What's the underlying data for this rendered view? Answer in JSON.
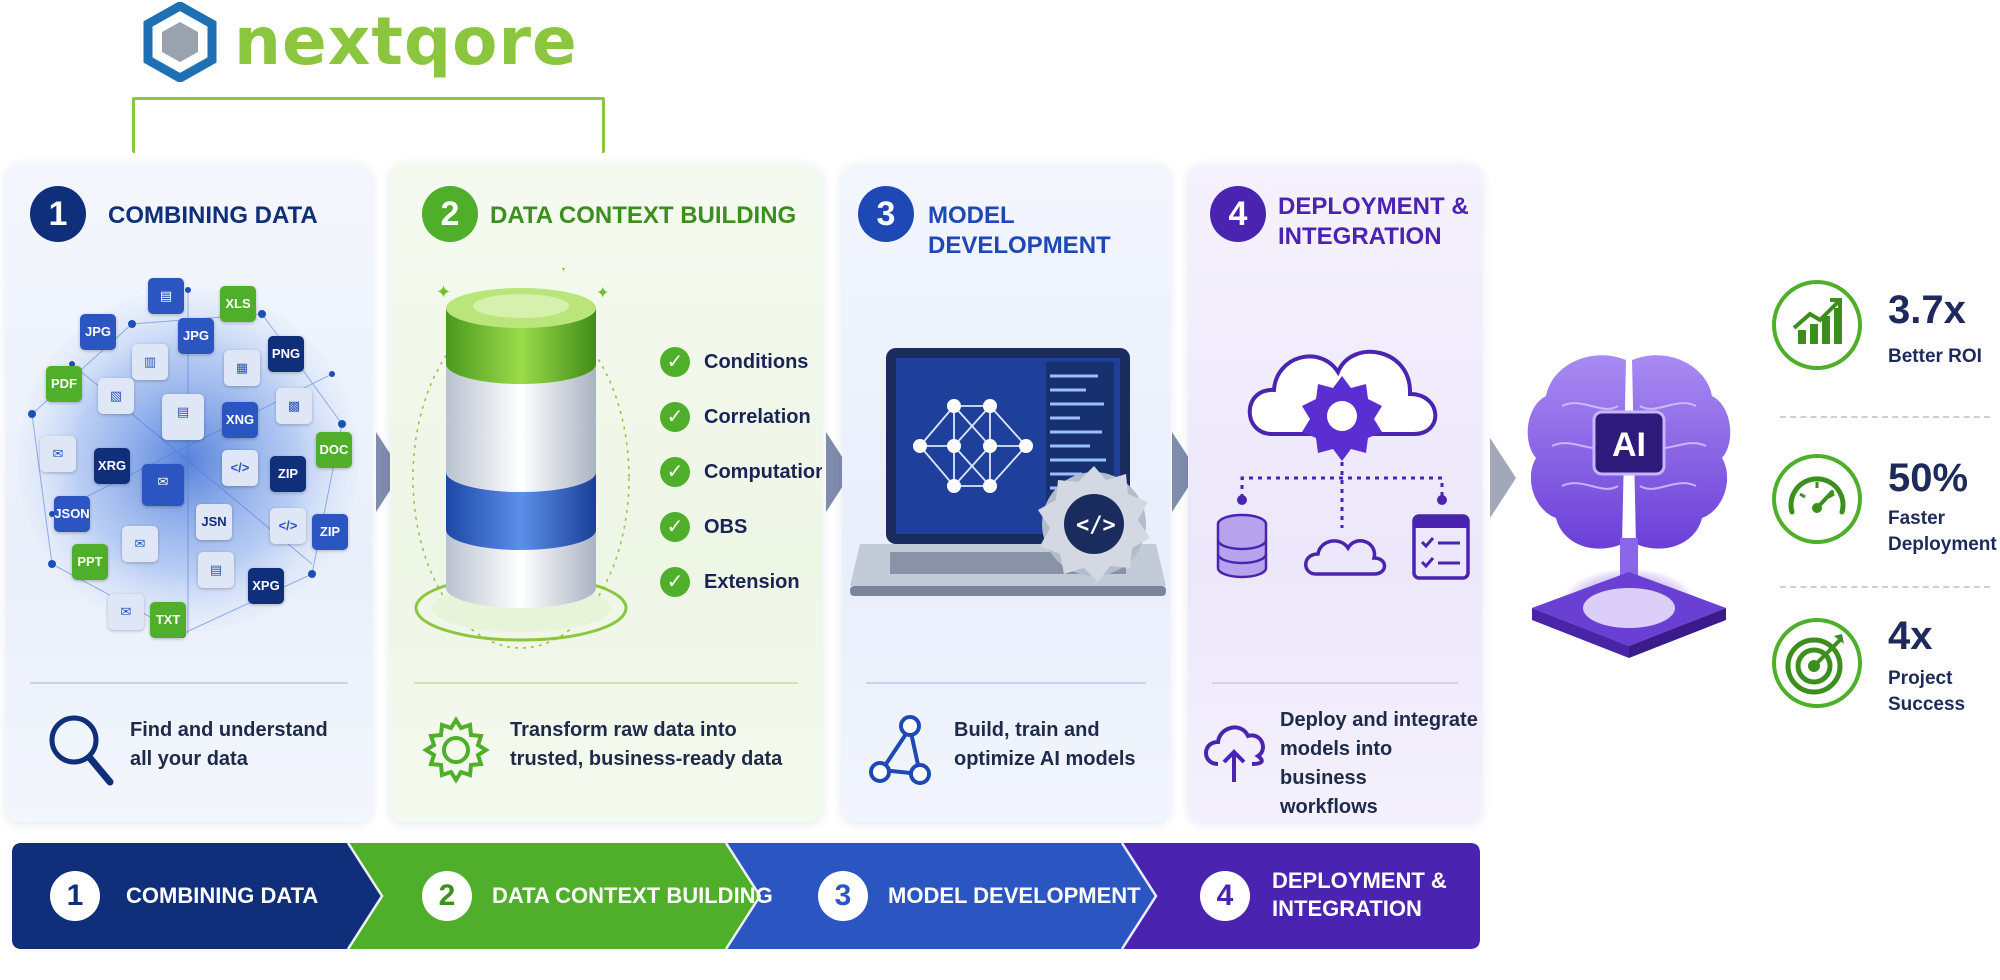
{
  "brand": {
    "name": "nextqore",
    "hex_outer": "#1f6fb5",
    "hex_inner": "#9aa3ad",
    "wordmark_color": "#8cc63f"
  },
  "colors": {
    "navy": "#0f2f7a",
    "green": "#4fae2a",
    "blue": "#2b55c0",
    "purple": "#4a24b0",
    "metric_green": "#4fae2a"
  },
  "steps": [
    {
      "number": "1",
      "title": "COMBINING DATA",
      "description": [
        "Find and understand",
        "all your data"
      ],
      "icon": "magnifier-icon"
    },
    {
      "number": "2",
      "title": "DATA CONTEXT BUILDING",
      "description": [
        "Transform raw data into",
        "trusted, business-ready data"
      ],
      "icon": "gear-icon"
    },
    {
      "number": "3",
      "title": "MODEL DEVELOPMENT",
      "description": [
        "Build, train and",
        "optimize AI models"
      ],
      "icon": "network-triangle-icon"
    },
    {
      "number": "4",
      "title": [
        "DEPLOYMENT &",
        "INTEGRATION"
      ],
      "description": [
        "Deploy and integrate",
        "models into business",
        "workflows"
      ],
      "icon": "cloud-upload-icon"
    }
  ],
  "file_tiles": [
    "XLS",
    "JPG",
    "JPG",
    "PNG",
    "PDF",
    "XNG",
    "DOC",
    "XRG",
    "ZIP",
    "JSON",
    "JSN",
    "ZIP",
    "PPT",
    "XPG",
    "TXT"
  ],
  "checklist": [
    "Conditions",
    "Correlation",
    "Computation",
    "OBS",
    "Extension"
  ],
  "ai_badge": "AI",
  "band": [
    {
      "number": "1",
      "label": "COMBINING DATA"
    },
    {
      "number": "2",
      "label": "DATA CONTEXT BUILDING"
    },
    {
      "number": "3",
      "label": "MODEL DEVELOPMENT"
    },
    {
      "number": "4",
      "label": [
        "DEPLOYMENT &",
        "INTEGRATION"
      ]
    }
  ],
  "metrics": [
    {
      "value": "3.7x",
      "label": [
        "Better ROI"
      ],
      "icon": "bar-chart-up-icon"
    },
    {
      "value": "50%",
      "label": [
        "Faster",
        "Deployment"
      ],
      "icon": "speedometer-icon"
    },
    {
      "value": "4x",
      "label": [
        "Project",
        "Success"
      ],
      "icon": "target-icon"
    }
  ]
}
